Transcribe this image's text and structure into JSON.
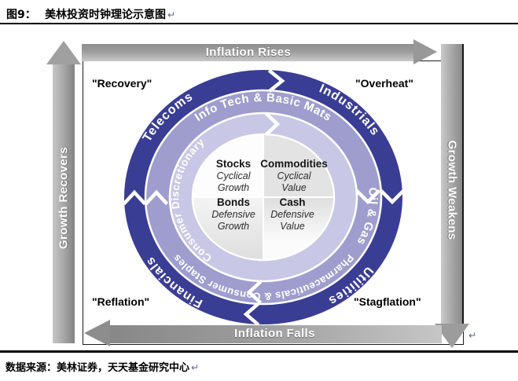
{
  "header": {
    "figure_label": "图9：",
    "figure_title": "美林投资时钟理论示意图",
    "paragraph_mark": "↵"
  },
  "footer": {
    "source_text": "数据来源：美林证券，天天基金研究中心",
    "paragraph_mark": "↵"
  },
  "cycle_arrows": {
    "top": "Inflation Rises",
    "right": "Growth Weakens",
    "bottom": "Inflation Falls",
    "left": "Growth Recovers"
  },
  "phases": {
    "top_left": "\"Recovery\"",
    "top_right": "\"Overheat\"",
    "bottom_left": "\"Reflation\"",
    "bottom_right": "\"Stagflation\""
  },
  "clock": {
    "outer_ring": {
      "nw": "Telecoms",
      "ne": "Industrials",
      "se": "Utilities",
      "sw": "Financials"
    },
    "middle_ring": {
      "north": "Info Tech & Basic Mats",
      "east": "Oil & Gas",
      "south": "Pharmaceuticals & Consumer Staples"
    },
    "inner_ring": {
      "west": "Consumer Discretionary"
    },
    "quadrants": {
      "top_left": {
        "asset": "Stocks",
        "style": "Cyclical",
        "tilt": "Growth"
      },
      "top_right": {
        "asset": "Commodities",
        "style": "Cyclical",
        "tilt": "Value"
      },
      "bottom_left": {
        "asset": "Bonds",
        "style": "Defensive",
        "tilt": "Growth"
      },
      "bottom_right": {
        "asset": "Cash",
        "style": "Defensive",
        "tilt": "Value"
      }
    }
  },
  "colors": {
    "outer_ring": "#3a3d94",
    "middle_ring": "#9e9dce",
    "inner_ring": "#c8c7e5",
    "quadrant_gray": "#e3e3e3",
    "arrow_gray": "#9a9a9a"
  }
}
